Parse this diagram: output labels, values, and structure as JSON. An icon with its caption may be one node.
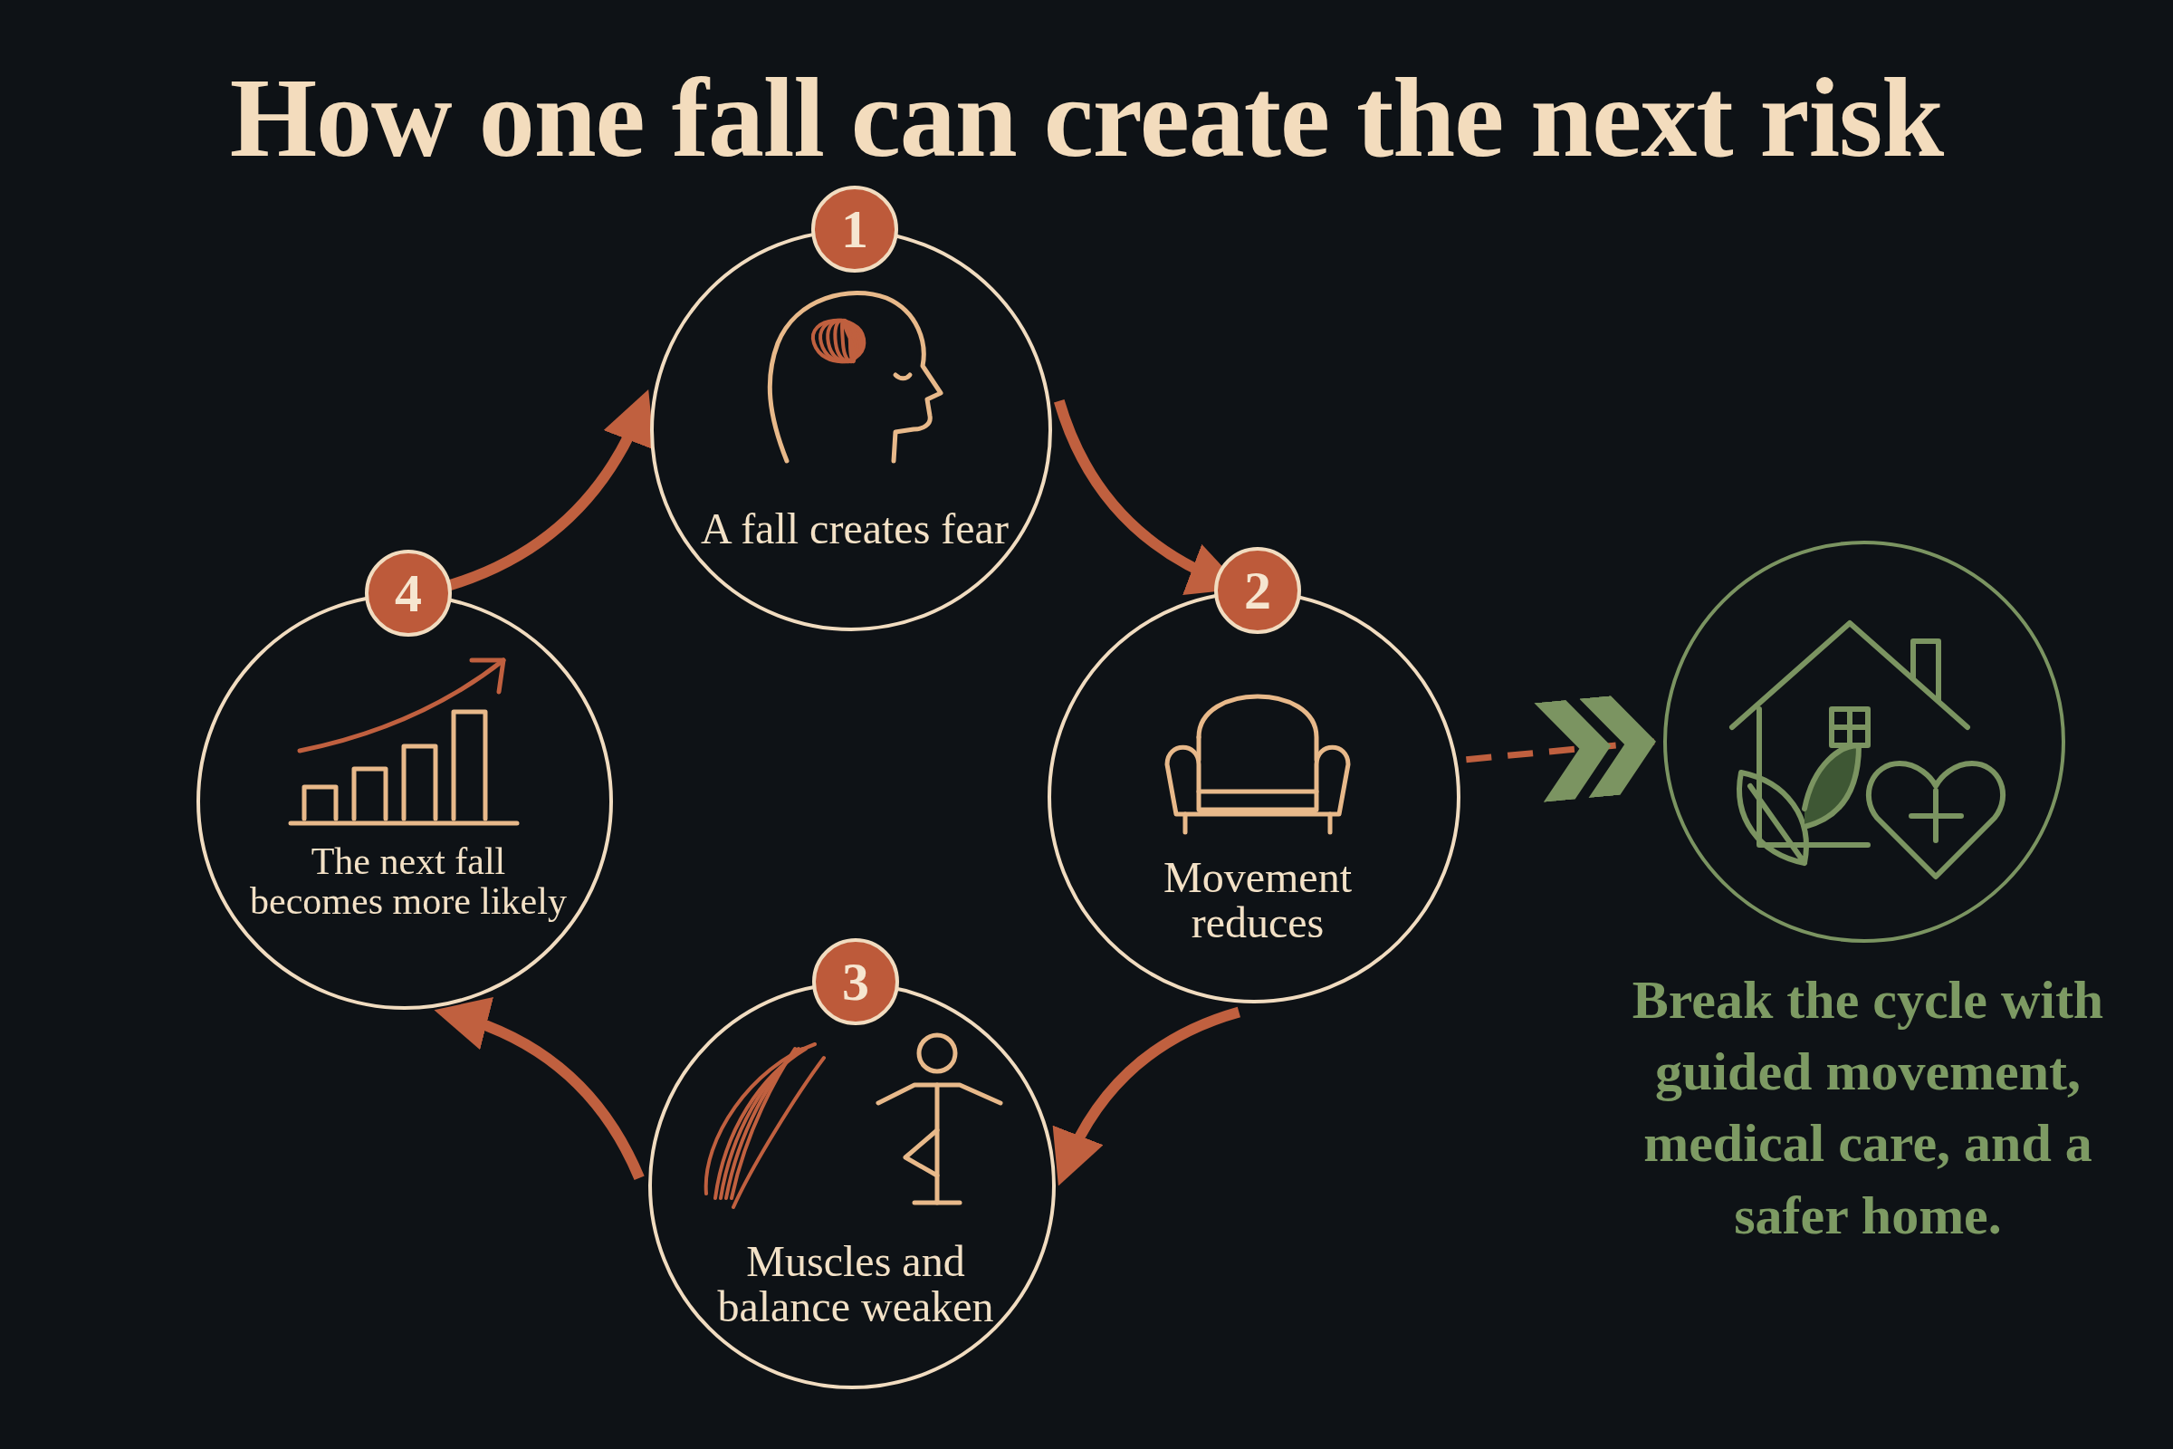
{
  "diagram": {
    "title": "How one fall can create the next risk",
    "nodes": [
      {
        "text": [
          "1",
          "A fall creates fear"
        ]
      },
      {
        "text": [
          "2",
          "Movement reduces"
        ]
      },
      {
        "text": [
          "3",
          "Muscles and balance weaken"
        ]
      },
      {
        "text": [
          "4",
          "The next fall becomes more likely"
        ]
      },
      {
        "text": [
          "Break the cycle with guided movement, medical care, and a safer home."
        ]
      }
    ],
    "edges": [
      {
        "from": 0,
        "to": 1,
        "arrow": "to"
      },
      {
        "from": 1,
        "to": 2,
        "arrow": "to"
      },
      {
        "from": 2,
        "to": 3,
        "arrow": "to"
      },
      {
        "from": 3,
        "to": 0,
        "arrow": "to"
      },
      {
        "from": 1,
        "to": 4,
        "arrow": "to",
        "style": "dashed"
      }
    ]
  }
}
